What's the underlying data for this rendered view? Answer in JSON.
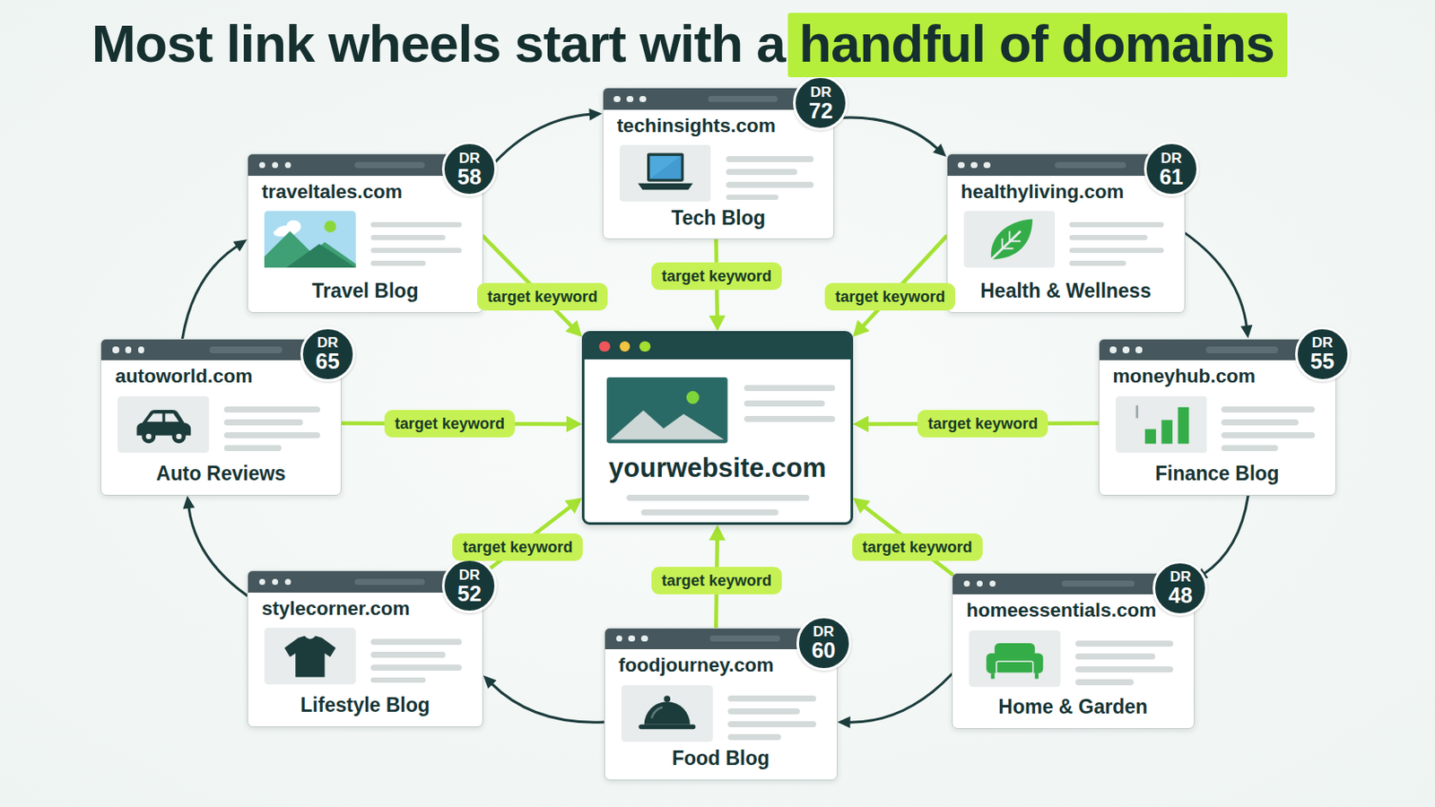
{
  "diagram": {
    "title": "Most link wheels start with a handful of domains",
    "nodes": [
      {
        "text": [
          "techinsights.com",
          "Tech Blog"
        ]
      },
      {
        "text": [
          "DR",
          "72"
        ],
        "in": 0
      },
      {
        "text": [
          "traveltales.com",
          "Travel Blog"
        ]
      },
      {
        "text": [
          "DR",
          "58"
        ],
        "in": 2
      },
      {
        "text": [
          "healthyliving.com",
          "Health & Wellness"
        ]
      },
      {
        "text": [
          "DR",
          "61"
        ],
        "in": 4
      },
      {
        "text": [
          "autoworld.com",
          "Auto Reviews"
        ]
      },
      {
        "text": [
          "DR",
          "65"
        ],
        "in": 6
      },
      {
        "text": [
          "yourwebsite.com"
        ]
      },
      {
        "text": [
          "moneyhub.com",
          "Finance Blog"
        ]
      },
      {
        "text": [
          "DR",
          "55"
        ],
        "in": 9
      },
      {
        "text": [
          "stylecorner.com",
          "Lifestyle Blog"
        ]
      },
      {
        "text": [
          "DR",
          "52"
        ],
        "in": 11
      },
      {
        "text": [
          "homeessentials.com",
          "Home & Garden"
        ]
      },
      {
        "text": [
          "DR",
          "48"
        ],
        "in": 13
      },
      {
        "text": [
          "foodjourney.com",
          "Food Blog"
        ]
      },
      {
        "text": [
          "DR",
          "60"
        ],
        "in": 15
      }
    ],
    "edges": [
      {
        "from": 2,
        "to": 0,
        "arrow": "to"
      },
      {
        "from": 0,
        "to": 4,
        "arrow": "to"
      },
      {
        "from": 4,
        "to": 9,
        "arrow": "to"
      },
      {
        "from": 9,
        "to": 13,
        "arrow": "to"
      },
      {
        "from": 13,
        "to": 15,
        "arrow": "to"
      },
      {
        "from": 15,
        "to": 11,
        "arrow": "to"
      },
      {
        "from": 11,
        "to": 6,
        "arrow": "to"
      },
      {
        "from": 6,
        "to": 2,
        "arrow": "to"
      },
      {
        "from": 0,
        "to": 8,
        "label": "target keyword",
        "arrow": "to"
      },
      {
        "from": 2,
        "to": 8,
        "label": "target keyword",
        "arrow": "to"
      },
      {
        "from": 4,
        "to": 8,
        "label": "target keyword",
        "arrow": "to"
      },
      {
        "from": 6,
        "to": 8,
        "label": "target keyword",
        "arrow": "to"
      },
      {
        "from": 9,
        "to": 8,
        "label": "target keyword",
        "arrow": "to"
      },
      {
        "from": 11,
        "to": 8,
        "label": "target keyword",
        "arrow": "to"
      },
      {
        "from": 13,
        "to": 8,
        "label": "target keyword",
        "arrow": "to"
      },
      {
        "from": 15,
        "to": 8,
        "label": "target keyword",
        "arrow": "to"
      }
    ]
  }
}
